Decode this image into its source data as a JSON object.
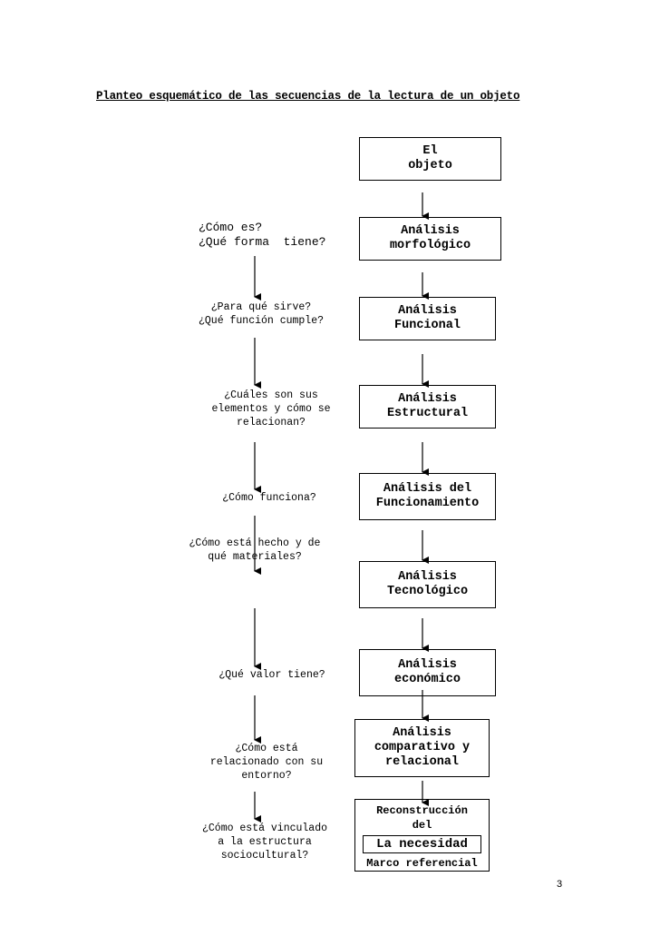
{
  "title": "Planteo esquemático de las secuencias de la lectura de un objeto",
  "boxes": {
    "objeto": [
      "El",
      "objeto"
    ],
    "morfologico": [
      "Análisis",
      "morfológico"
    ],
    "funcional": [
      "Análisis",
      "Funcional"
    ],
    "estructural": [
      "Análisis",
      "Estructural"
    ],
    "funcionamiento": [
      "Análisis del",
      "Funcionamiento"
    ],
    "tecnologico": [
      "Análisis",
      "Tecnológico"
    ],
    "economico": [
      "Análisis",
      "económico"
    ],
    "comparativo": [
      "Análisis",
      "comparativo y",
      "relacional"
    ],
    "reconstruccion": {
      "heading": [
        "Reconstrucción",
        "del"
      ],
      "necesidad": "La necesidad",
      "marco": "Marco referencial"
    }
  },
  "questions": {
    "como_es": [
      "¿Cómo es?",
      "¿Qué forma  tiene?"
    ],
    "para_que": [
      "¿Para qué sirve?",
      "¿Qué función cumple?"
    ],
    "elementos": [
      "¿Cuáles son sus",
      "elementos y cómo se",
      "relacionan?"
    ],
    "funciona": [
      "¿Cómo funciona?"
    ],
    "hecho": [
      "¿Cómo está hecho y de",
      "qué materiales?"
    ],
    "valor": [
      "¿Qué valor tiene?"
    ],
    "entorno": [
      "¿Cómo está",
      "relacionado con su",
      "entorno?"
    ],
    "estructura": [
      "¿Cómo está vinculado",
      "a la estructura",
      "sociocultural?"
    ]
  },
  "page_number": "3"
}
